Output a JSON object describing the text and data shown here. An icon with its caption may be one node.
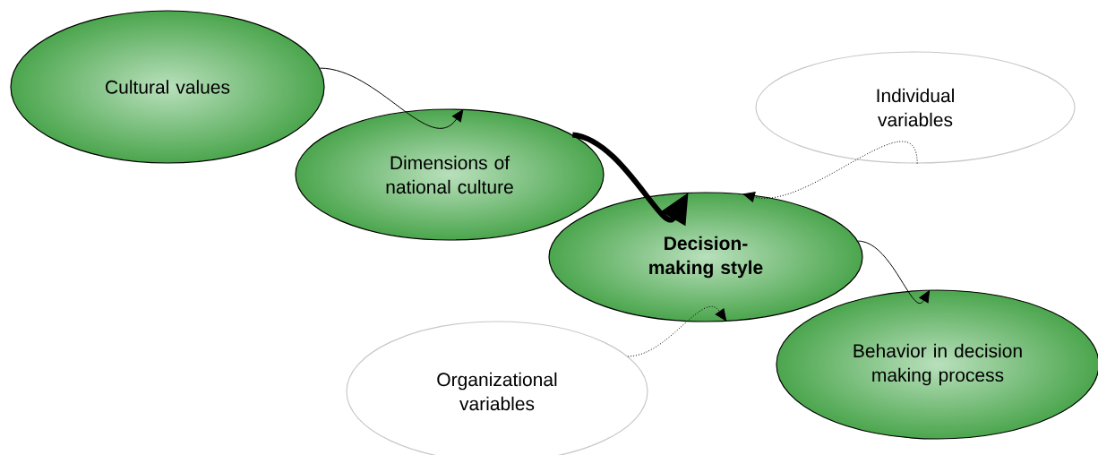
{
  "diagram": {
    "nodes": [
      {
        "text": [
          "Cultural values"
        ]
      },
      {
        "text": [
          "Individual variables"
        ]
      },
      {
        "text": [
          "Dimensions of national culture"
        ]
      },
      {
        "text": [
          "Decision-making style"
        ]
      },
      {
        "text": [
          "Organizational variables"
        ]
      },
      {
        "text": [
          "Behavior in decision making process"
        ]
      }
    ],
    "edges": [
      {
        "from": 0,
        "to": 2,
        "arrow": "to"
      },
      {
        "from": 2,
        "to": 3,
        "arrow": "to",
        "style": "thick"
      },
      {
        "from": 1,
        "to": 3,
        "arrow": "to",
        "style": "dashed"
      },
      {
        "from": 4,
        "to": 3,
        "arrow": "to",
        "style": "dashed"
      },
      {
        "from": 3,
        "to": 5,
        "arrow": "to"
      }
    ]
  }
}
